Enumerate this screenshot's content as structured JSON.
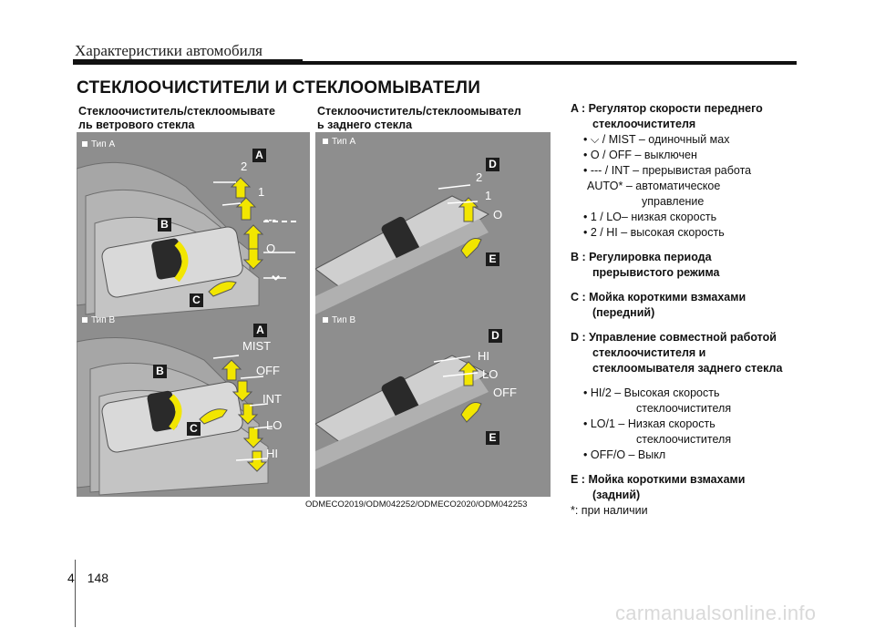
{
  "header": {
    "title": "Характеристики автомобиля"
  },
  "section_title": "СТЕКЛООЧИСТИТЕЛИ И СТЕКЛООМЫВАТЕЛИ",
  "left_column": {
    "heading_line1": "Стеклоочиститель/стеклоомывате",
    "heading_line2": "ль ветрового стекла",
    "panel_a": {
      "type_label": "Тип A",
      "labels": [
        "2",
        "1",
        "---",
        "O",
        "⌄"
      ],
      "letters": [
        "A",
        "B",
        "C"
      ]
    },
    "panel_b": {
      "type_label": "Тип B",
      "labels": [
        "MIST",
        "OFF",
        "INT",
        "LO",
        "HI"
      ],
      "letters": [
        "A",
        "B",
        "C"
      ]
    }
  },
  "middle_column": {
    "heading_line1": "Стеклоочиститель/стеклоомывател",
    "heading_line2": "ь заднего стекла",
    "panel_a": {
      "type_label": "Тип A",
      "labels": [
        "2",
        "1",
        "O"
      ],
      "letters": [
        "D",
        "E"
      ]
    },
    "panel_b": {
      "type_label": "Тип B",
      "labels": [
        "HI",
        "LO",
        "OFF"
      ],
      "letters": [
        "D",
        "E"
      ]
    }
  },
  "figure_code": "ODMECO2019/ODM042252/ODMECO2020/ODM042253",
  "right_column": {
    "a_head_1": "A : Регулятор скорости переднего",
    "a_head_2": "стеклоочистителя",
    "a_b1": "• ⌵ / MIST – одиночный мах",
    "a_b2": "• O / OFF – выключен",
    "a_b3": "• --- / INT – прерывистая работа",
    "a_b4a": "AUTO* – автоматическое",
    "a_b4b": "управление",
    "a_b5": "• 1 / LO– низкая скорость",
    "a_b6": "• 2 / HI – высокая скорость",
    "b_head_1": "B : Регулировка периода",
    "b_head_2": "прерывистого режима",
    "c_head_1": "C : Мойка короткими взмахами",
    "c_head_2": "(передний)",
    "d_head_1": "D : Управление совместной работой",
    "d_head_2": "стеклоочистителя и",
    "d_head_3": "стеклоомывателя заднего стекла",
    "d_b1a": "• HI/2 – Высокая скорость",
    "d_b1b": "стеклоочистителя",
    "d_b2a": "• LO/1 – Низкая скорость",
    "d_b2b": "стеклоочистителя",
    "d_b3": "• OFF/O – Выкл",
    "e_head_1": "E : Мойка короткими взмахами",
    "e_head_2": "(задний)",
    "footnote": "*: при наличии"
  },
  "footer": {
    "chapter": "4",
    "page": "148"
  },
  "watermark": "carmanualsonline.info",
  "colors": {
    "panel_bg": "#8e8e8e",
    "arrow_yellow": "#f2e600",
    "letter_box": "#1c1c1c"
  }
}
